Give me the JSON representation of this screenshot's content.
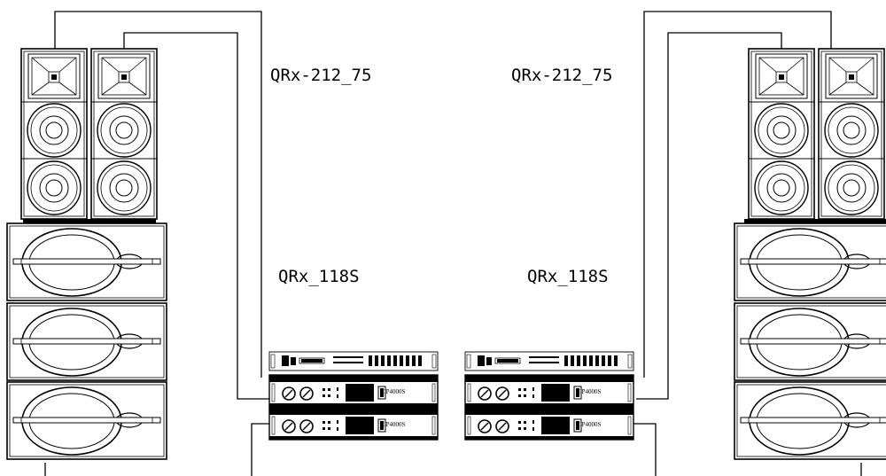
{
  "labels": {
    "top_left": "QRx-212_75",
    "top_right": "QRx-212_75",
    "sub_left": "QRx_118S",
    "sub_right": "QRx_118S"
  },
  "amplifier_model": "CP4000S",
  "colors": {
    "line": "#000000",
    "background": "#ffffff"
  },
  "icons": [
    "horn-icon",
    "woofer-icon",
    "subwoofer-driver-icon",
    "knob-icon",
    "power-button-icon"
  ]
}
